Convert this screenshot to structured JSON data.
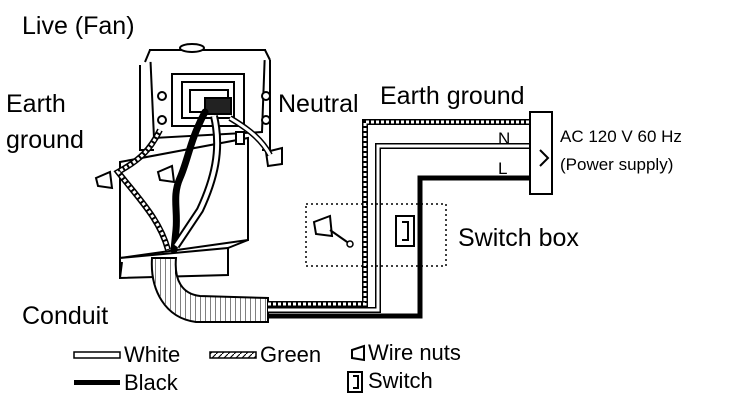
{
  "labels": {
    "live_fan": "Live (Fan)",
    "earth_left_1": "Earth",
    "earth_left_2": "ground",
    "neutral": "Neutral",
    "earth_ground_top": "Earth ground",
    "n": "N",
    "l": "L",
    "ac_supply": "AC 120 V 60 Hz",
    "power_supply": "(Power supply)",
    "switch_box": "Switch box",
    "conduit": "Conduit"
  },
  "legend": {
    "white": "White",
    "green": "Green",
    "wire_nuts": "Wire nuts",
    "black": "Black",
    "switch": "Switch"
  },
  "icons": [
    "fan-housing-icon",
    "wire-nut-icon",
    "switch-icon",
    "conduit-icon",
    "terminal-block-icon"
  ]
}
